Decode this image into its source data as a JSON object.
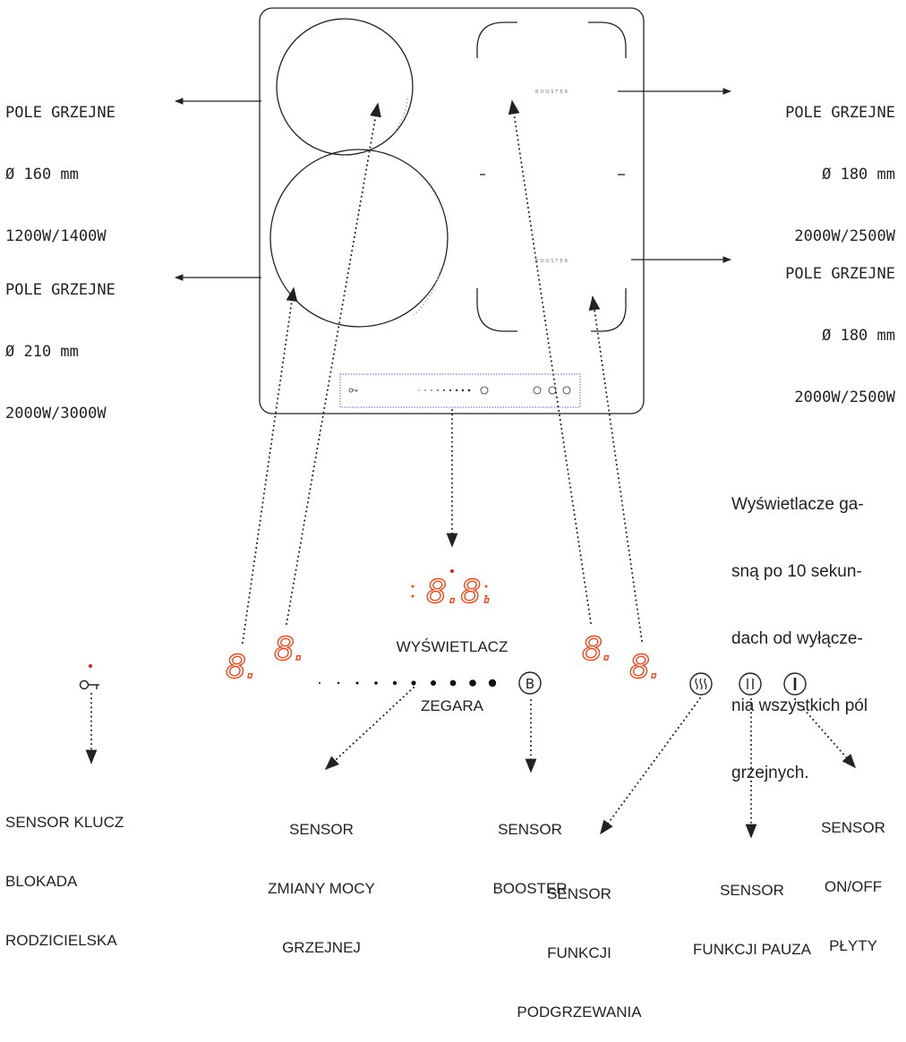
{
  "zones": {
    "top_left": {
      "title": "POLE GRZEJNE",
      "diameter": "Ø 160 mm",
      "power": "1200W/1400W"
    },
    "bottom_left": {
      "title": "POLE GRZEJNE",
      "diameter": "Ø 210 mm",
      "power": "2000W/3000W"
    },
    "top_right": {
      "title": "POLE GRZEJNE",
      "diameter": "Ø 180 mm",
      "power": "2000W/2500W"
    },
    "bottom_right": {
      "title": "POLE GRZEJNE",
      "diameter": "Ø 180 mm",
      "power": "2000W/2500W"
    }
  },
  "booster_text": "BOOSTER",
  "note": [
    "Wyświetlacze ga-",
    "sną po 10 sekun-",
    "dach od wyłącze-",
    "nia wszystkich pól",
    "grzejnych."
  ],
  "clock_display": {
    "label": [
      "WYŚWIETLACZ",
      "ZEGARA"
    ],
    "digits": "8.8."
  },
  "zone_digit": "8.",
  "booster_key": "B",
  "sensors": {
    "key": [
      "SENSOR KLUCZ",
      "BLOKADA",
      "RODZICIELSKA"
    ],
    "power": [
      "SENSOR",
      "ZMIANY MOCY",
      "GRZEJNEJ"
    ],
    "booster": [
      "SENSOR",
      "BOOSTER"
    ],
    "heat": [
      "SENSOR",
      "FUNKCJI",
      "PODGRZEWANIA"
    ],
    "pause": [
      "SENSOR",
      "FUNKCJI PAUZA"
    ],
    "onoff": [
      "SENSOR",
      "ON/OFF",
      "PŁYTY"
    ]
  },
  "colors": {
    "line": "#222222",
    "digit": "#e8491d",
    "dot_red": "#e02020",
    "panel_frame": "#5a66c8"
  }
}
